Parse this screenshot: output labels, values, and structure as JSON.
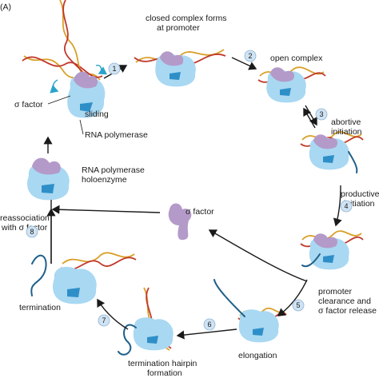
{
  "panel_label": "(A)",
  "labels": {
    "closed_complex": [
      "closed complex forms",
      "at promoter"
    ],
    "open_complex": "open complex",
    "abortive": [
      "abortive",
      "initiation"
    ],
    "productive": [
      "productive",
      "initiation"
    ],
    "promoter_clearance": [
      "promoter",
      "clearance and",
      "σ factor release"
    ],
    "elongation": "elongation",
    "hairpin": [
      "termination hairpin",
      "formation"
    ],
    "termination": "termination",
    "reassociation": [
      "reassociation",
      "with σ factor"
    ],
    "holoenzyme": [
      "RNA polymerase",
      "holoenzyme"
    ],
    "sigma_factor_left": "σ factor",
    "sliding": "sliding",
    "rna_polymerase": "RNA polymerase",
    "sigma_factor_center": "σ factor"
  },
  "steps": [
    "1",
    "2",
    "3",
    "4",
    "5",
    "6",
    "7",
    "8"
  ]
}
